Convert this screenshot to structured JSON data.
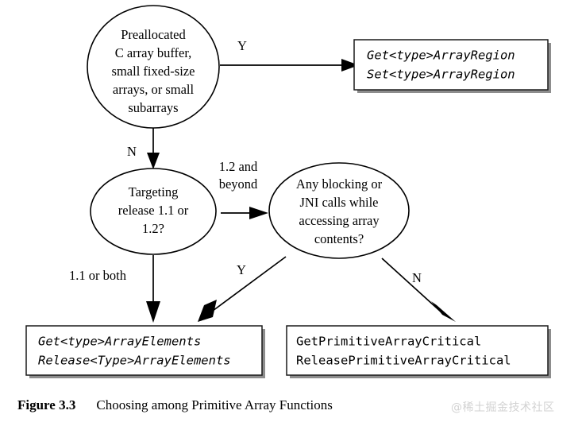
{
  "figure": {
    "caption_label": "Figure 3.3",
    "caption_text": "Choosing among Primitive Array Functions",
    "watermark": "@稀土掘金技术社区"
  },
  "nodes": {
    "start": {
      "shape": "circle",
      "lines": [
        "Preallocated",
        "C array buffer,",
        "small fixed-size",
        "arrays, or small",
        "subarrays"
      ],
      "line1": "Preallocated",
      "line2": "C array buffer,",
      "line3": "small fixed-size",
      "line4": "arrays, or small",
      "line5": "subarrays"
    },
    "release": {
      "shape": "ellipse",
      "line1": "Targeting",
      "line2": "release 1.1 or",
      "line3": "1.2?"
    },
    "blocking": {
      "shape": "ellipse",
      "line1": "Any blocking or",
      "line2": "JNI calls while",
      "line3": "accessing array",
      "line4": "contents?"
    },
    "region_box": {
      "shape": "box",
      "style": "italic",
      "line1": "Get<type>ArrayRegion",
      "line2": "Set<type>ArrayRegion"
    },
    "elements_box": {
      "shape": "box",
      "style": "italic",
      "line1": "Get<type>ArrayElements",
      "line2": "Release<Type>ArrayElements"
    },
    "critical_box": {
      "shape": "box",
      "style": "upright",
      "line1": "GetPrimitiveArrayCritical",
      "line2": "ReleasePrimitiveArrayCritical"
    }
  },
  "edges": {
    "start_yes": "Y",
    "start_no": "N",
    "release_beyond_line1": "1.2 and",
    "release_beyond_line2": "beyond",
    "release_both": "1.1 or both",
    "blocking_yes": "Y",
    "blocking_no": "N"
  },
  "colors": {
    "stroke": "#000000",
    "box_shadow": "#8d8d8d",
    "watermark": "#d2d2d2",
    "background": "#ffffff"
  }
}
